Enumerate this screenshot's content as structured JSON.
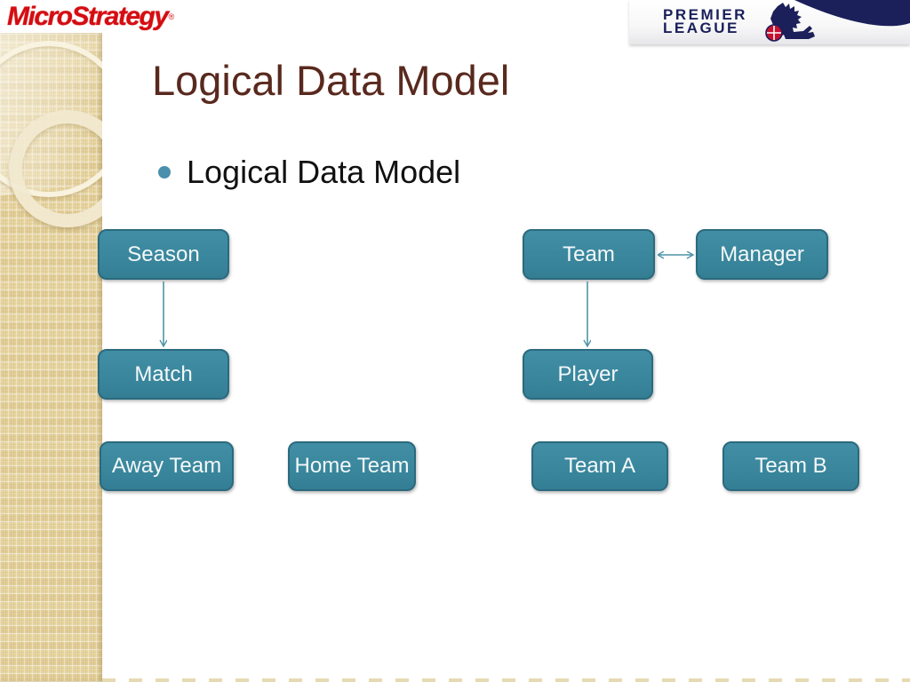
{
  "brand": {
    "name": "MicroStrategy",
    "registered": "®"
  },
  "premier_league": {
    "line1": "PREMIER",
    "line2": "LEAGUE"
  },
  "slide": {
    "title": "Logical Data Model",
    "bullet": "Logical Data Model"
  },
  "diagram": {
    "entities": [
      {
        "id": "season",
        "label": "Season"
      },
      {
        "id": "match",
        "label": "Match"
      },
      {
        "id": "away-team",
        "label": "Away Team"
      },
      {
        "id": "home-team",
        "label": "Home Team"
      },
      {
        "id": "team",
        "label": "Team"
      },
      {
        "id": "manager",
        "label": "Manager"
      },
      {
        "id": "player",
        "label": "Player"
      },
      {
        "id": "team-a",
        "label": "Team A"
      },
      {
        "id": "team-b",
        "label": "Team B"
      }
    ],
    "relations": [
      {
        "from": "Season",
        "to": "Match",
        "arrow": "single-down"
      },
      {
        "from": "Team",
        "to": "Player",
        "arrow": "single-down"
      },
      {
        "from": "Team",
        "to": "Manager",
        "arrow": "double-horizontal"
      }
    ]
  },
  "colors": {
    "entity_fill": "#3a879d",
    "entity_border": "#2b6a7e",
    "arrow": "#4f94a9",
    "title_text": "#59291e",
    "bullet_dot": "#4b8fad",
    "sidebar_tan": "#e8d6a2",
    "premier_navy": "#1b1f5a",
    "premier_red": "#c8102e",
    "microstrategy_red": "#d40d12"
  }
}
